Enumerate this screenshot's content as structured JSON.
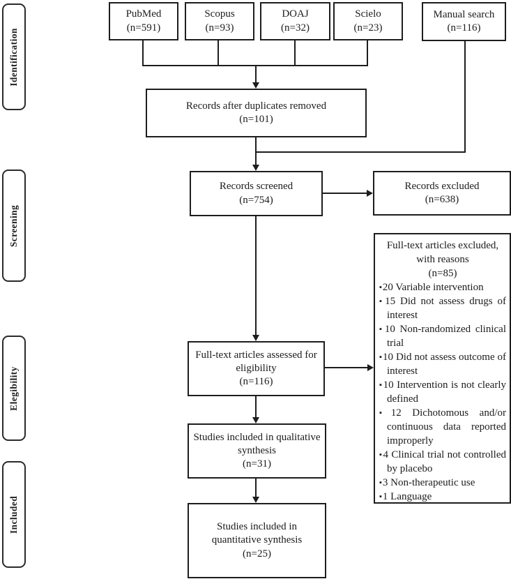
{
  "stages": {
    "identification": "Identification",
    "screening": "Screening",
    "eligibility": "Elegibility",
    "included": "Included"
  },
  "sources": {
    "pubmed": {
      "name": "PubMed",
      "count": "(n=591)"
    },
    "scopus": {
      "name": "Scopus",
      "count": "(n=93)"
    },
    "doaj": {
      "name": "DOAJ",
      "count": "(n=32)"
    },
    "scielo": {
      "name": "Scielo",
      "count": "(n=23)"
    },
    "manual": {
      "name": "Manual search",
      "count": "(n=116)"
    }
  },
  "flow": {
    "duplicates_removed": {
      "title": "Records after duplicates removed",
      "count": "(n=101)"
    },
    "screened": {
      "title": "Records screened",
      "count": "(n=754)"
    },
    "records_excluded": {
      "title": "Records excluded",
      "count": "(n=638)"
    },
    "fulltext_assessed": {
      "title": "Full-text articles assessed for eligibility",
      "count": "(n=116)"
    },
    "qualitative": {
      "title": "Studies included in qualitative synthesis",
      "count": "(n=31)"
    },
    "quantitative": {
      "title": "Studies included in quantitative synthesis",
      "count": "(n=25)"
    }
  },
  "exclusions": {
    "title": "Full-text articles excluded, with reasons",
    "count": "(n=85)",
    "items": [
      "20 Variable intervention",
      "15 Did not assess drugs of interest",
      "10 Non-randomized clinical trial",
      "10 Did not assess outcome of interest",
      "10 Intervention is not clearly defined",
      "12 Dichotomous and/or continuous data reported improperly",
      "4 Clinical trial not controlled by placebo",
      "3 Non-therapeutic use",
      "1 Language"
    ]
  },
  "colors": {
    "line": "#1d1d1d",
    "text": "#1c1c1c",
    "background": "#ffffff"
  }
}
